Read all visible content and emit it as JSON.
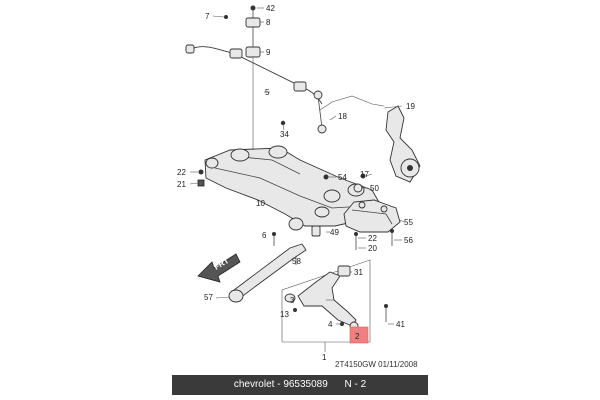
{
  "callouts": [
    {
      "id": "c42",
      "label": "42"
    },
    {
      "id": "c7",
      "label": "7"
    },
    {
      "id": "c8",
      "label": "8"
    },
    {
      "id": "c9",
      "label": "9"
    },
    {
      "id": "c5",
      "label": "5"
    },
    {
      "id": "c19",
      "label": "19"
    },
    {
      "id": "c34",
      "label": "34"
    },
    {
      "id": "c18",
      "label": "18"
    },
    {
      "id": "c22a",
      "label": "22"
    },
    {
      "id": "c21",
      "label": "21"
    },
    {
      "id": "c54",
      "label": "54"
    },
    {
      "id": "c17",
      "label": "17"
    },
    {
      "id": "c50",
      "label": "50"
    },
    {
      "id": "c10",
      "label": "10"
    },
    {
      "id": "c55",
      "label": "55"
    },
    {
      "id": "c6",
      "label": "6"
    },
    {
      "id": "c49",
      "label": "49"
    },
    {
      "id": "c22b",
      "label": "22"
    },
    {
      "id": "c20",
      "label": "20"
    },
    {
      "id": "c56",
      "label": "56"
    },
    {
      "id": "c58",
      "label": "58"
    },
    {
      "id": "c31",
      "label": "31"
    },
    {
      "id": "c57",
      "label": "57"
    },
    {
      "id": "c3",
      "label": "3"
    },
    {
      "id": "c13",
      "label": "13"
    },
    {
      "id": "c4",
      "label": "4"
    },
    {
      "id": "c2",
      "label": "2"
    },
    {
      "id": "c41",
      "label": "41"
    },
    {
      "id": "c1",
      "label": "1"
    }
  ],
  "frt_label": "FRT",
  "drawing_code": "2T4150GW 01/11/2008",
  "footer": {
    "brand": "chevrolet",
    "part_number": "96535089",
    "position": "N - 2"
  },
  "highlight_color": "#f08080"
}
